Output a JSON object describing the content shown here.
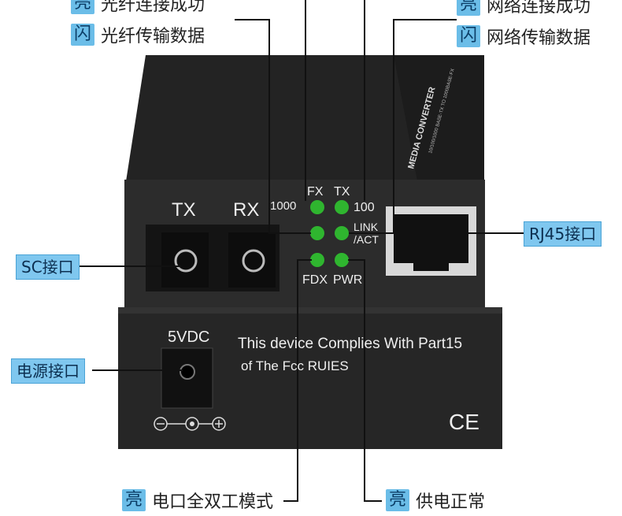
{
  "labels": {
    "top_left_1": {
      "badge": "亮",
      "text": "光纤连接成功"
    },
    "top_left_2": {
      "badge": "闪",
      "text": "光纤传输数据"
    },
    "top_right_1": {
      "badge": "亮",
      "text": "网络连接成功"
    },
    "top_right_2": {
      "badge": "闪",
      "text": "网络传输数据"
    },
    "left_sc": "SC接口",
    "left_power": "电源接口",
    "right_rj45": "RJ45接口",
    "bottom_left": {
      "badge": "亮",
      "text": "电口全双工模式"
    },
    "bottom_right": {
      "badge": "亮",
      "text": "供电正常"
    }
  },
  "device": {
    "brand": "MEDIA CONVERTER",
    "model": "10/100/1000 BASE-TX TO 1000BASE-FX",
    "port_tx": "TX",
    "port_rx": "RX",
    "led_fx": "FX",
    "led_tx": "TX",
    "speed_1000": "1000",
    "speed_100": "100",
    "link": "LINK",
    "act": "/ACT",
    "fdx": "FDX",
    "pwr": "PWR",
    "power_rating": "5VDC",
    "compliance_line1": "This device Complies With Part15",
    "compliance_line2": "of The Fcc RUIES",
    "ce_mark": "CE"
  },
  "colors": {
    "badge": "#6bbde8",
    "led": "#2fb52f",
    "device": "#2a2a2a"
  }
}
